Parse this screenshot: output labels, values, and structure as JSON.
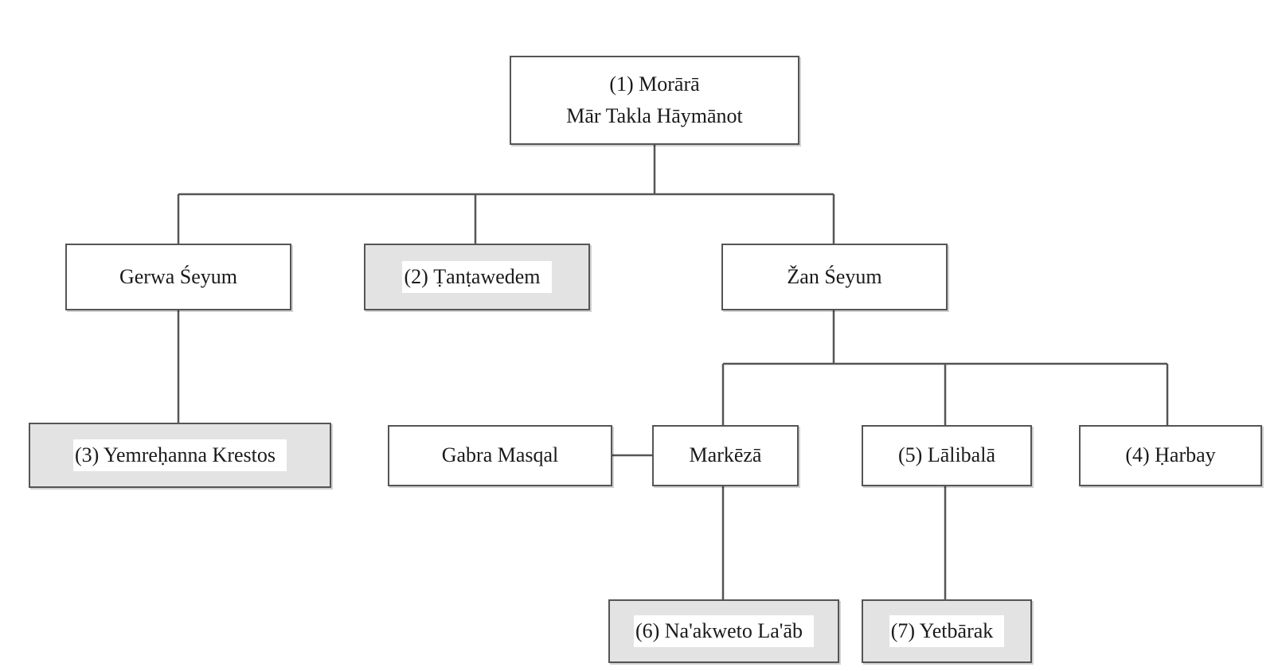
{
  "nodes": {
    "morara": {
      "line1": "(1) Morārā",
      "line2": "Mār Takla Hāymānot"
    },
    "gerwa": "Gerwa Śeyum",
    "tantawedem": "(2) Ṭanṭawedem",
    "zan": "Žan Śeyum",
    "yemrehanna": "(3) Yemreḥanna Krestos",
    "gabra": "Gabra Masqal",
    "markeza": "Markēzā",
    "lalibala": "(5) Lālibalā",
    "harbay": "(4) Ḥarbay",
    "naakueto": "(6) Na'akweto La'āb",
    "yetbarak": "(7) Yetbārak"
  },
  "colors": {
    "line": "#555555",
    "box_border": "#555555",
    "shaded_fill": "#e3e3e3",
    "plain_fill": "#ffffff",
    "text": "#1a1a1a"
  }
}
